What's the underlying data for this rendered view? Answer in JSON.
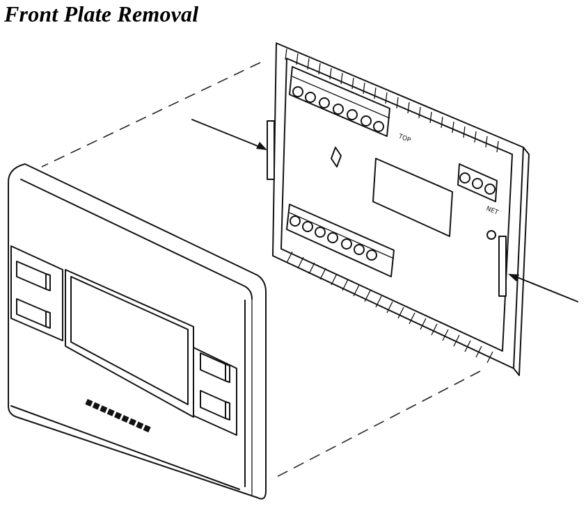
{
  "title": "Front Plate Removal",
  "labels": {
    "top_mark": "TOP",
    "net_mark": "NET",
    "brand": "■■■■■■■■■"
  }
}
